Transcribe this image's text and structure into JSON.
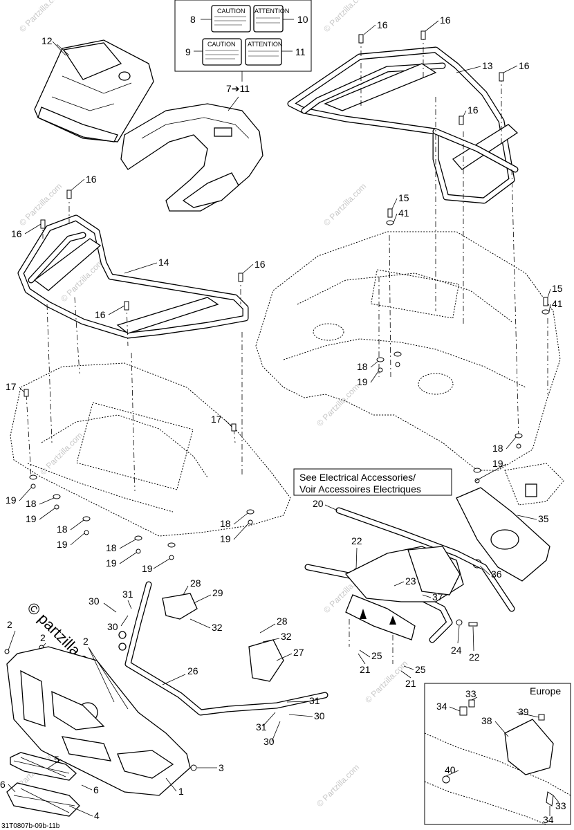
{
  "figure_code": "31T0807b-09b-11b",
  "watermark": "© Partzilla.com",
  "side_watermark": "© partzilla.com",
  "electrical_note_line1": "See Electrical Accessories/",
  "electrical_note_line2": "Voir Accessoires Electriques",
  "europe_label": "Europe",
  "arrow_label": "7➔11",
  "decals": {
    "caution": "CAUTION",
    "attention": "ATTENTION"
  },
  "callouts": [
    "1",
    "2",
    "2",
    "2",
    "3",
    "3",
    "4",
    "5",
    "6",
    "6",
    "8",
    "9",
    "10",
    "11",
    "12",
    "13",
    "14",
    "15",
    "15",
    "16",
    "16",
    "16",
    "16",
    "16",
    "16",
    "16",
    "16",
    "17",
    "17",
    "18",
    "18",
    "18",
    "18",
    "18",
    "18",
    "18",
    "19",
    "19",
    "19",
    "19",
    "19",
    "19",
    "19",
    "19",
    "20",
    "21",
    "21",
    "22",
    "22",
    "23",
    "24",
    "25",
    "25",
    "26",
    "27",
    "28",
    "28",
    "29",
    "30",
    "30",
    "30",
    "30",
    "31",
    "31",
    "31",
    "32",
    "32",
    "33",
    "33",
    "34",
    "34",
    "35",
    "36",
    "37",
    "38",
    "39",
    "40",
    "41",
    "41"
  ]
}
